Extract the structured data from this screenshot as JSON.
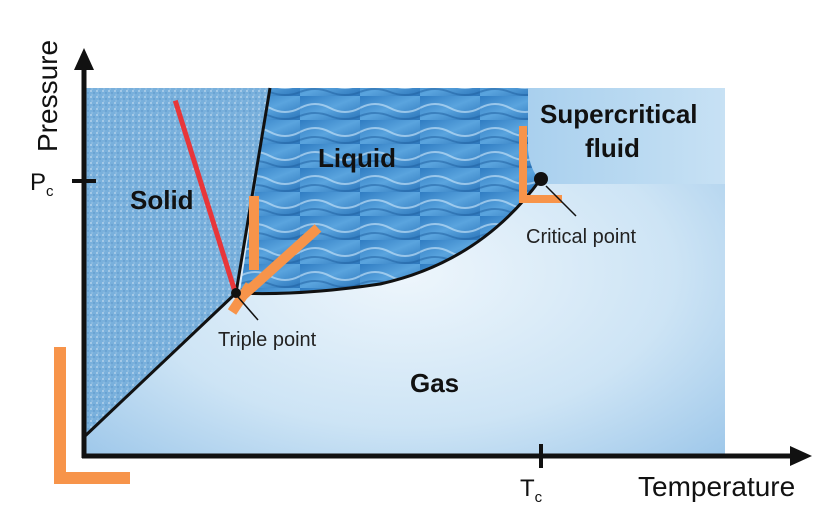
{
  "axes": {
    "y_title": "Pressure",
    "x_title": "Temperature",
    "y_tick": {
      "main": "P",
      "sub": "c"
    },
    "x_tick": {
      "main": "T",
      "sub": "c"
    }
  },
  "regions": {
    "solid": "Solid",
    "liquid": "Liquid",
    "supercritical_line1": "Supercritical",
    "supercritical_line2": "fluid",
    "gas": "Gas"
  },
  "points": {
    "triple": "Triple point",
    "critical": "Critical point"
  },
  "colors": {
    "axis": "#111111",
    "curve": "#111111",
    "solid_fill": "#6fa8d6",
    "liquid_fill": "#3f8fd0",
    "gas_fill": "#cfe6f7",
    "supercritical_fill": "#b9d9ef",
    "red_marker": "#e8363a",
    "orange_marker": "#f7944a"
  }
}
